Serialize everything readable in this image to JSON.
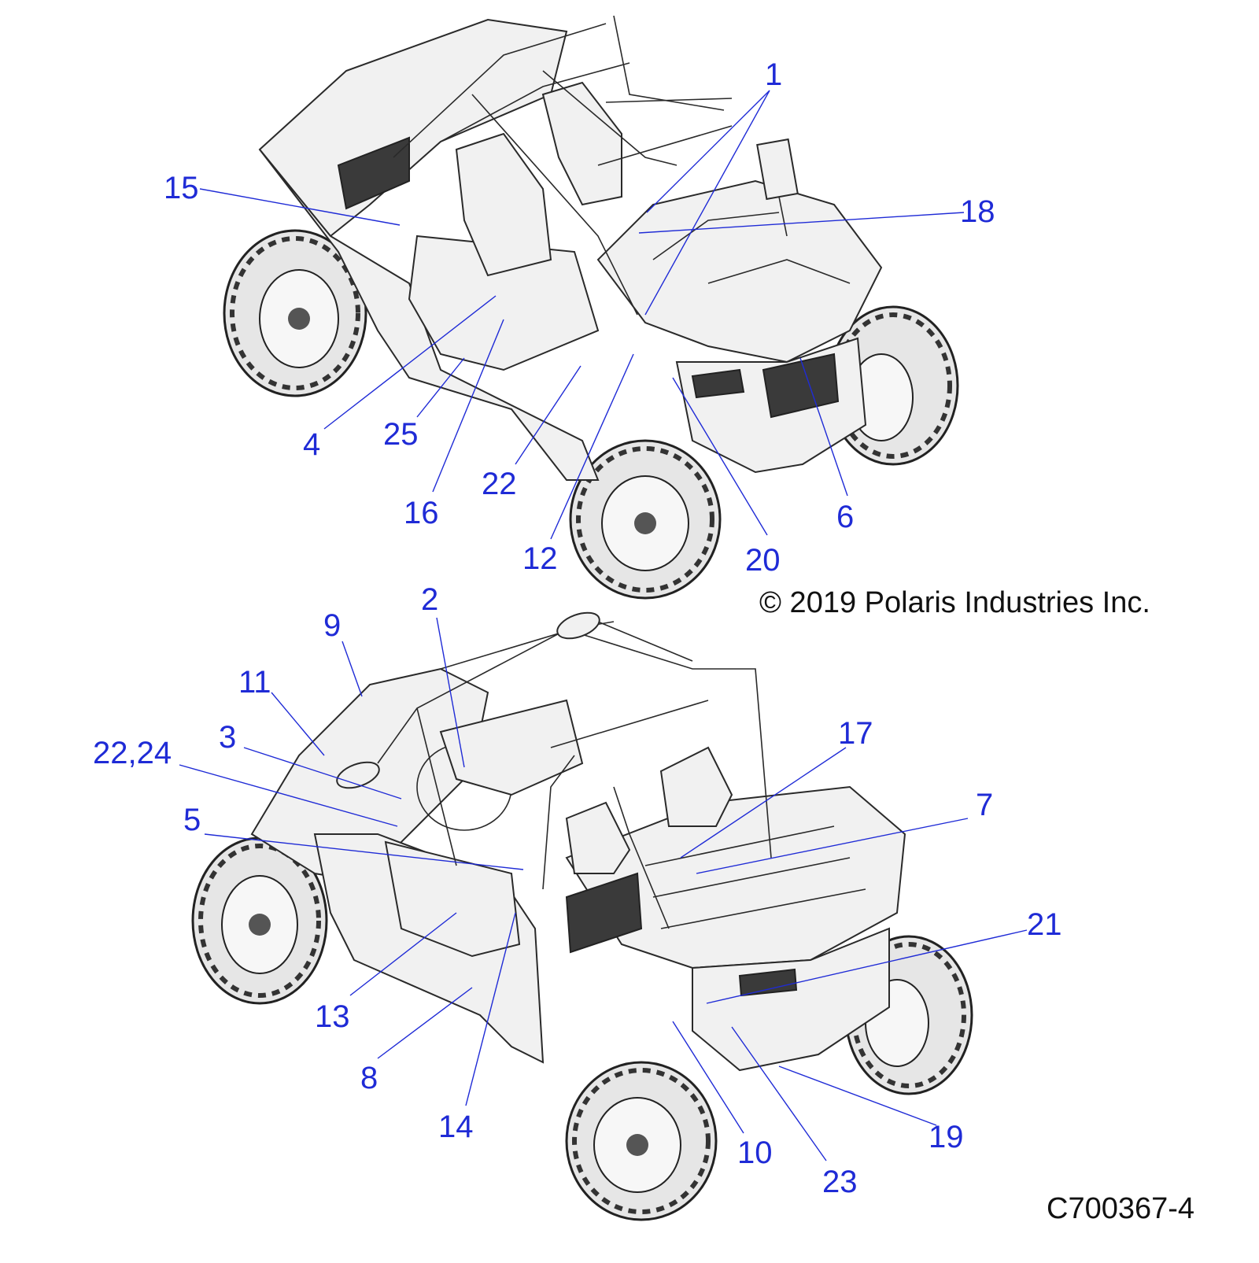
{
  "copyright": "© 2019 Polaris Industries Inc.",
  "drawing_id": "C700367-4",
  "colors": {
    "callout": "#1f2bd6",
    "ink": "#222222",
    "panel": "#f1f1f1"
  },
  "vehicles": [
    {
      "view": "front-right isometric"
    },
    {
      "view": "rear-left isometric"
    }
  ],
  "callouts": [
    {
      "label": "1"
    },
    {
      "label": "2"
    },
    {
      "label": "3"
    },
    {
      "label": "4"
    },
    {
      "label": "5"
    },
    {
      "label": "6"
    },
    {
      "label": "7"
    },
    {
      "label": "8"
    },
    {
      "label": "9"
    },
    {
      "label": "10"
    },
    {
      "label": "11"
    },
    {
      "label": "12"
    },
    {
      "label": "13"
    },
    {
      "label": "14"
    },
    {
      "label": "15"
    },
    {
      "label": "16"
    },
    {
      "label": "17"
    },
    {
      "label": "18"
    },
    {
      "label": "19"
    },
    {
      "label": "20"
    },
    {
      "label": "21"
    },
    {
      "label": "22"
    },
    {
      "label": "23"
    },
    {
      "label": "22,24"
    },
    {
      "label": "25"
    }
  ]
}
